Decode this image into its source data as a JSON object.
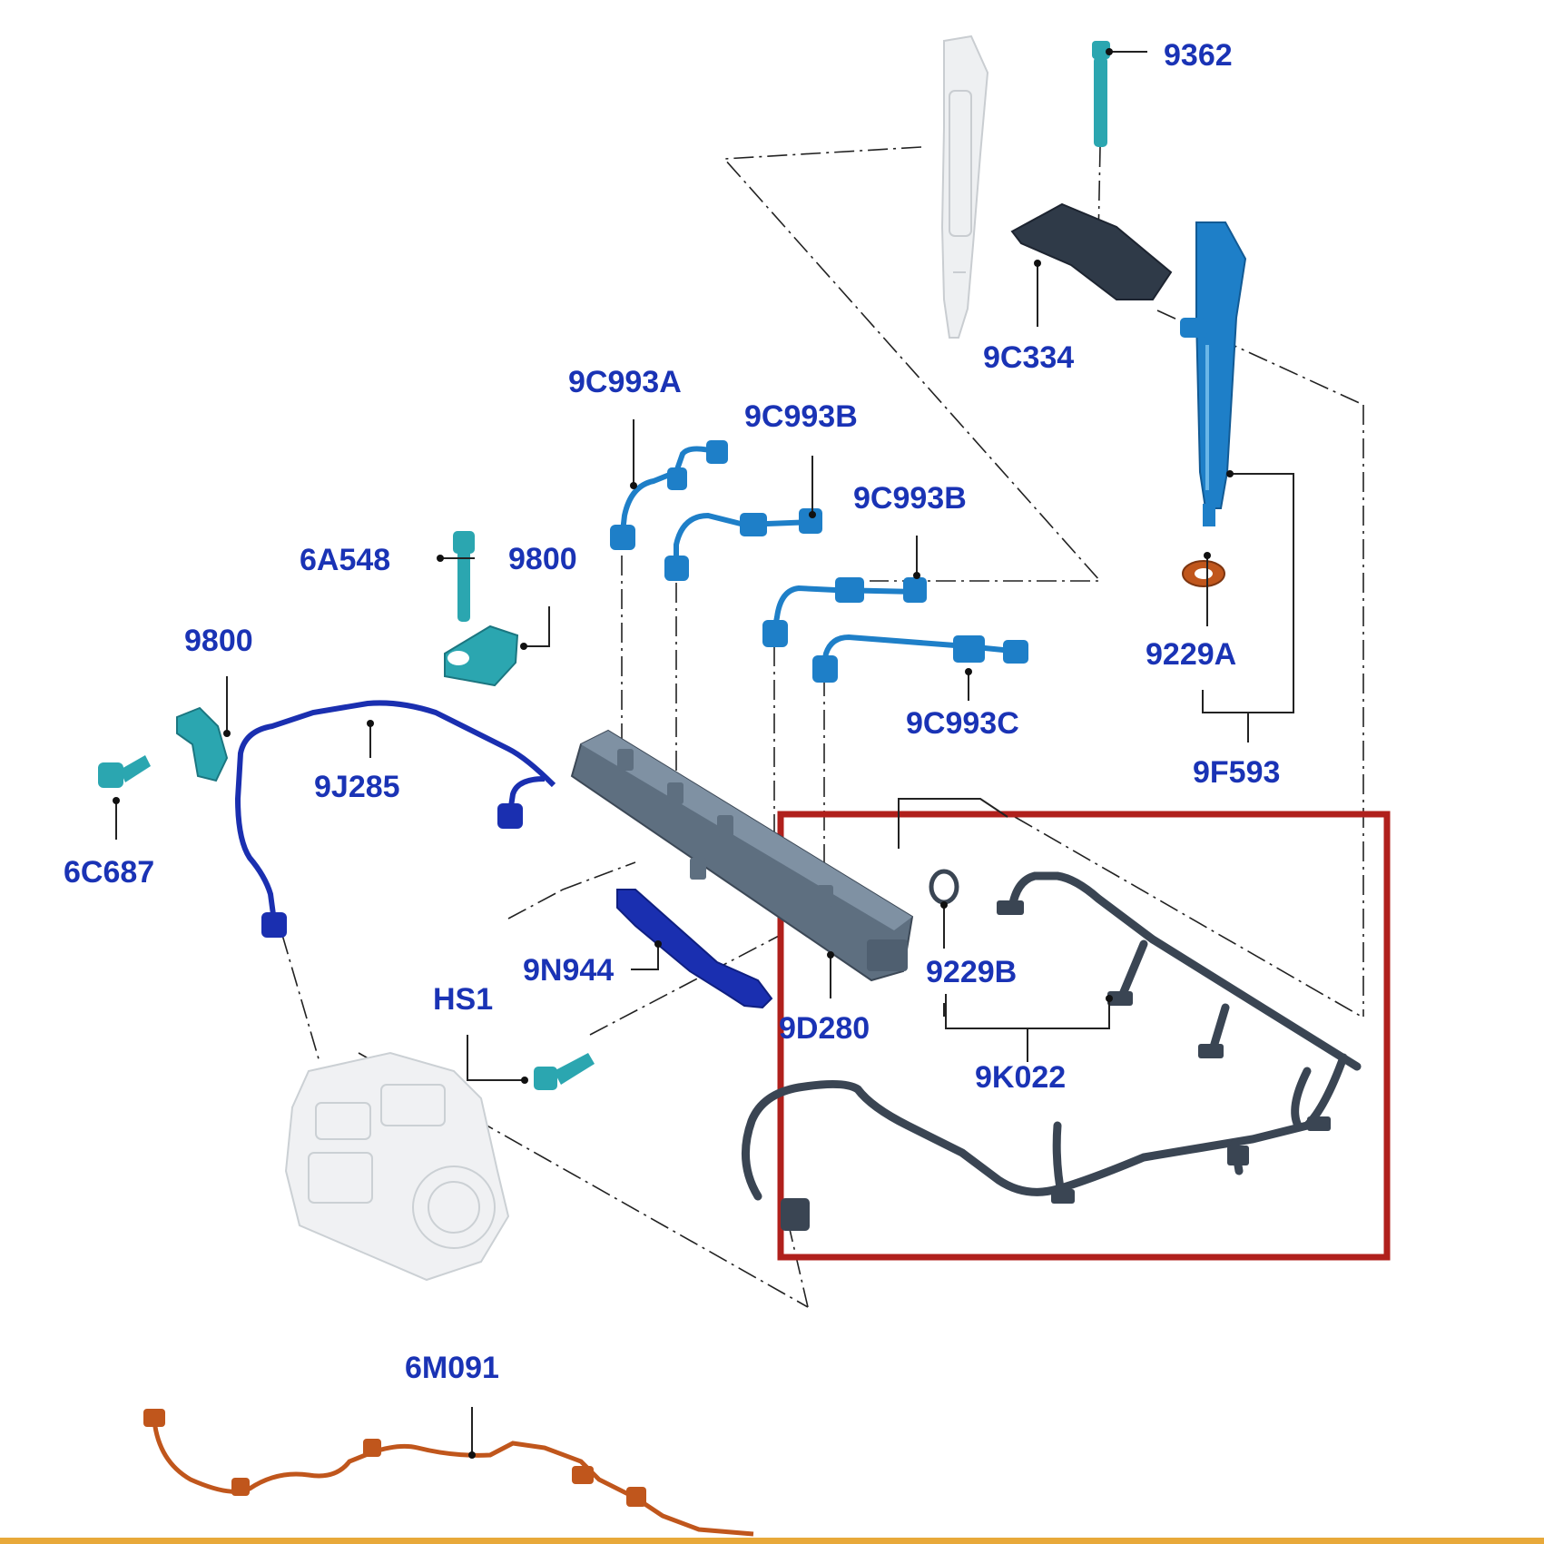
{
  "colors": {
    "label": "#1a33b5",
    "teal": "#2ba6b0",
    "blue_part": "#1e7fc8",
    "dark_blue": "#1a2fb0",
    "hose_dark": "#3a4553",
    "harness": "#c0561c",
    "ghost": "#cfd3d6",
    "highlight_box": "#b0201c"
  },
  "labels": {
    "p9362": "9362",
    "p9C334": "9C334",
    "p9C993A": "9C993A",
    "p9C993B_1": "9C993B",
    "p9C993B_2": "9C993B",
    "p9C993C": "9C993C",
    "p6A548": "6A548",
    "p9800_1": "9800",
    "p9800_2": "9800",
    "p9229A": "9229A",
    "p9F593": "9F593",
    "p9J285": "9J285",
    "p6C687": "6C687",
    "p9N944": "9N944",
    "pHS1": "HS1",
    "p9D280": "9D280",
    "p9229B": "9229B",
    "p9K022": "9K022",
    "p6M091": "6M091"
  }
}
